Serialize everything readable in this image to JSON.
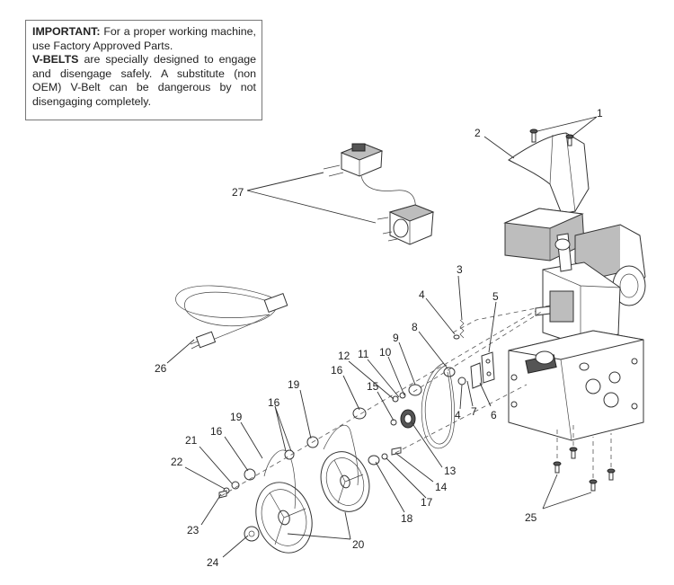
{
  "notice": {
    "important_label": "IMPORTANT:",
    "important_text": " For a proper working machine, use Factory Approved Parts.",
    "vbelts_label": "V-BELTS",
    "vbelts_text": " are specially designed to engage and disengage safely. A substitute (non OEM) V-Belt can be dangerous by not disengaging completely."
  },
  "callouts": [
    {
      "id": "c1",
      "text": "1"
    },
    {
      "id": "c2",
      "text": "2"
    },
    {
      "id": "c3",
      "text": "3"
    },
    {
      "id": "c4a",
      "text": "4"
    },
    {
      "id": "c4b",
      "text": "4"
    },
    {
      "id": "c5",
      "text": "5"
    },
    {
      "id": "c6",
      "text": "6"
    },
    {
      "id": "c7",
      "text": "7"
    },
    {
      "id": "c8",
      "text": "8"
    },
    {
      "id": "c9",
      "text": "9"
    },
    {
      "id": "c10",
      "text": "10"
    },
    {
      "id": "c11",
      "text": "11"
    },
    {
      "id": "c12",
      "text": "12"
    },
    {
      "id": "c13",
      "text": "13"
    },
    {
      "id": "c14",
      "text": "14"
    },
    {
      "id": "c15",
      "text": "15"
    },
    {
      "id": "c16a",
      "text": "16"
    },
    {
      "id": "c16b",
      "text": "16"
    },
    {
      "id": "c16c",
      "text": "16"
    },
    {
      "id": "c17",
      "text": "17"
    },
    {
      "id": "c18",
      "text": "18"
    },
    {
      "id": "c19a",
      "text": "19"
    },
    {
      "id": "c19b",
      "text": "19"
    },
    {
      "id": "c20",
      "text": "20"
    },
    {
      "id": "c21",
      "text": "21"
    },
    {
      "id": "c22",
      "text": "22"
    },
    {
      "id": "c23",
      "text": "23"
    },
    {
      "id": "c24",
      "text": "24"
    },
    {
      "id": "c25",
      "text": "25"
    },
    {
      "id": "c26",
      "text": "26"
    },
    {
      "id": "c27",
      "text": "27"
    }
  ]
}
